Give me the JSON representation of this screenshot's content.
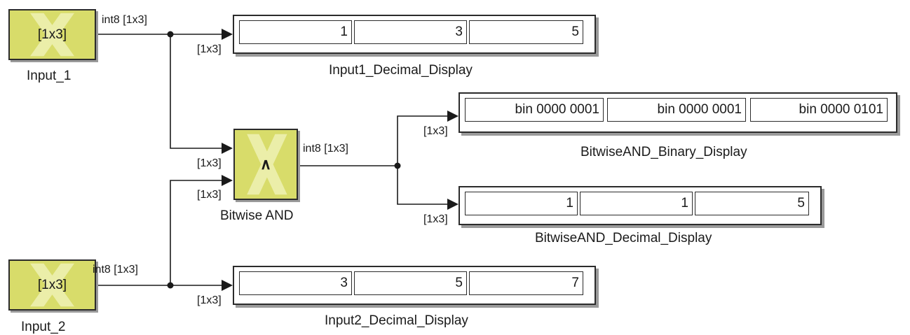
{
  "blocks": {
    "input1": {
      "label": "Input_1",
      "text": "[1x3]"
    },
    "input2": {
      "label": "Input_2",
      "text": "[1x3]"
    },
    "and": {
      "label": "Bitwise AND",
      "text": "∧"
    }
  },
  "displays": {
    "input1_decimal": {
      "label": "Input1_Decimal_Display",
      "values": [
        "1",
        "3",
        "5"
      ]
    },
    "and_binary": {
      "label": "BitwiseAND_Binary_Display",
      "values": [
        "bin 0000 0001",
        "bin 0000 0001",
        "bin 0000 0101"
      ]
    },
    "and_decimal": {
      "label": "BitwiseAND_Decimal_Display",
      "values": [
        "1",
        "1",
        "5"
      ]
    },
    "input2_decimal": {
      "label": "Input2_Decimal_Display",
      "values": [
        "3",
        "5",
        "7"
      ]
    }
  },
  "signals": {
    "int8_dim": "int8 [1x3]",
    "dim": "[1x3]"
  },
  "colors": {
    "block_fill": "#d8dc6a",
    "line": "#1a1a1a"
  }
}
